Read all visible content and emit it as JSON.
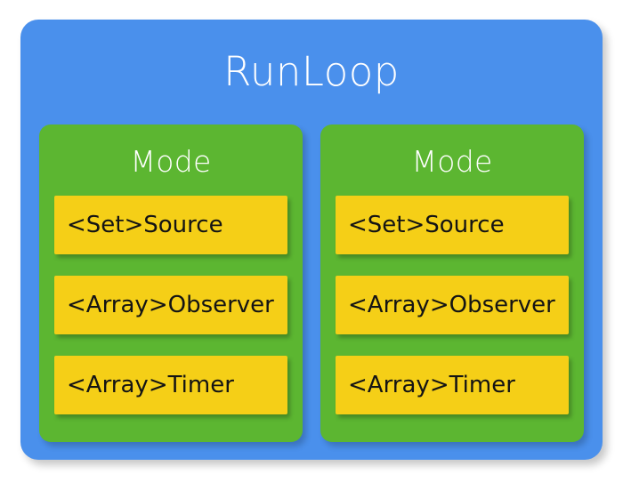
{
  "diagram": {
    "title": "RunLoop",
    "colors": {
      "outer_box": "#4a90ec",
      "mode_box": "#5cb631",
      "item_box": "#f5cf17",
      "title_text": "#ffffff",
      "item_text": "#141414",
      "background": "#ffffff"
    },
    "modes": [
      {
        "title": "Mode",
        "items": [
          {
            "label": "<Set>Source"
          },
          {
            "label": "<Array>Observer"
          },
          {
            "label": "<Array>Timer"
          }
        ]
      },
      {
        "title": "Mode",
        "items": [
          {
            "label": "<Set>Source"
          },
          {
            "label": "<Array>Observer"
          },
          {
            "label": "<Array>Timer"
          }
        ]
      }
    ]
  }
}
